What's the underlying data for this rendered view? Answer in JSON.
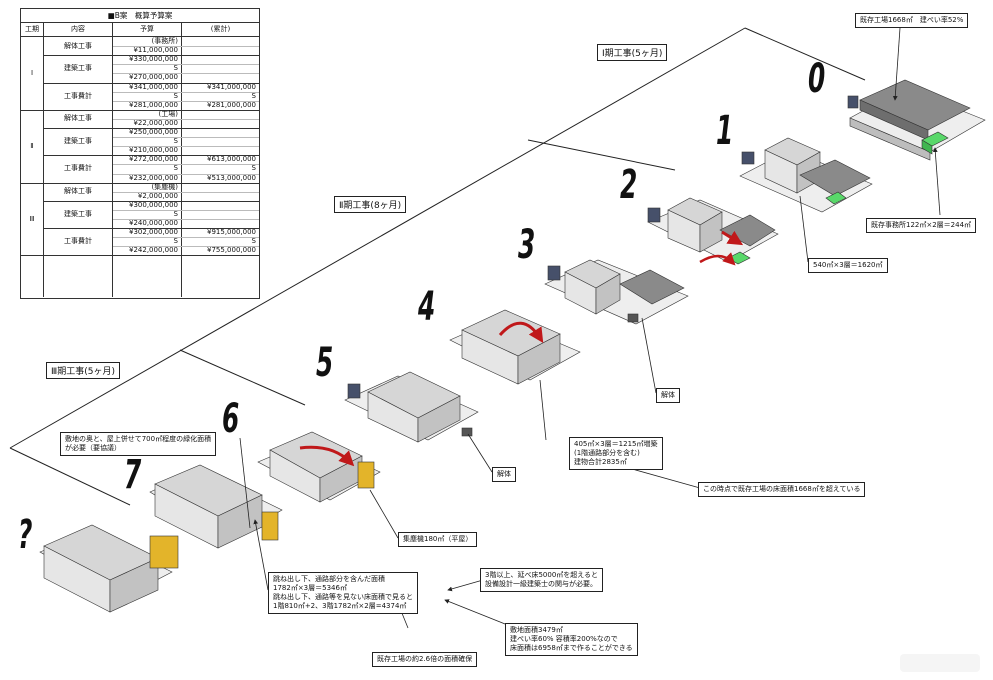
{
  "budget": {
    "title": "■B案　概算予算案",
    "headers": {
      "phase": "工期",
      "content": "内容",
      "budget": "予算",
      "cumulative": "(累計)"
    },
    "phases": [
      {
        "label": "Ⅰ",
        "items": [
          {
            "name": "解体工事",
            "budget": [
              "(事務所)",
              "¥11,000,000"
            ],
            "cumulative": [
              "",
              ""
            ]
          },
          {
            "name": "建築工事",
            "budget": [
              "¥330,000,000",
              "S",
              "¥270,000,000"
            ],
            "cumulative": [
              "",
              "",
              ""
            ]
          },
          {
            "name": "工事費計",
            "budget": [
              "¥341,000,000",
              "S",
              "¥281,000,000"
            ],
            "cumulative": [
              "¥341,000,000",
              "S",
              "¥281,000,000"
            ]
          }
        ]
      },
      {
        "label": "Ⅱ",
        "items": [
          {
            "name": "解体工事",
            "budget": [
              "(工場)",
              "¥22,000,000"
            ],
            "cumulative": [
              "",
              ""
            ]
          },
          {
            "name": "建築工事",
            "budget": [
              "¥250,000,000",
              "S",
              "¥210,000,000"
            ],
            "cumulative": [
              "",
              "",
              ""
            ]
          },
          {
            "name": "工事費計",
            "budget": [
              "¥272,000,000",
              "S",
              "¥232,000,000"
            ],
            "cumulative": [
              "¥613,000,000",
              "S",
              "¥513,000,000"
            ]
          }
        ]
      },
      {
        "label": "Ⅲ",
        "items": [
          {
            "name": "解体工事",
            "budget": [
              "(集塵機)",
              "¥2,000,000"
            ],
            "cumulative": [
              "",
              ""
            ]
          },
          {
            "name": "建築工事",
            "budget": [
              "¥300,000,000",
              "S",
              "¥240,000,000"
            ],
            "cumulative": [
              "",
              "",
              ""
            ]
          },
          {
            "name": "工事費計",
            "budget": [
              "¥302,000,000",
              "S",
              "¥242,000,000"
            ],
            "cumulative": [
              "¥915,000,000",
              "S",
              "¥755,000,000"
            ]
          }
        ]
      }
    ]
  },
  "phases": {
    "p1": "Ⅰ期工事(5ヶ月)",
    "p2": "Ⅱ期工事(8ヶ月)",
    "p3": "Ⅲ期工事(5ヶ月)"
  },
  "steps": [
    "0",
    "1",
    "2",
    "3",
    "4",
    "5",
    "6",
    "7",
    "?"
  ],
  "notes": {
    "existing_factory": "既存工場1668㎡　建ぺい率52%",
    "existing_office": "既存事務所122㎡×2層＝244㎡",
    "step1_area": "540㎡×3層＝1620㎡",
    "demolish_a": "解体",
    "demolish_b": "解体",
    "step4_area": [
      "405㎡×3層＝1215㎡増築",
      "(1階通路部分を含む)",
      "建物合計2835㎡"
    ],
    "exceed_note": "この時点で既存工場の床面積1668㎡を超えている",
    "greening": [
      "敷地の奥と、屋上併せて700㎡程度の緑化面積",
      "が必要（要協議）"
    ],
    "dust_collector": "集塵機180㎡（平屋）",
    "final_area": [
      "跳ね出し下、通路部分を含んだ面積",
      "1782㎡×3層＝5346㎡",
      "跳ね出し下、通路等を見ない床面積で見ると",
      "1階810㎡+2、3階1782㎡×2層=4374㎡"
    ],
    "architect_note": [
      "3階以上、延べ床5000㎡を超えると",
      "設備設計一級建築士の関与が必要。"
    ],
    "site_area": [
      "敷地面積3479㎡",
      "建ぺい率60%  容積率200%なので",
      "床面積は6958㎡まで作ることができる"
    ],
    "ratio_note": "既存工場の約2.6倍の面積確保"
  },
  "colors": {
    "line": "#222222",
    "roof_gray": "#b5b5b5",
    "wall_light": "#eeeeee",
    "wall_side": "#cfcfcf",
    "dark_roof": "#8a8a8a",
    "office_green": "#59d86a",
    "equipment_blue": "#46506a",
    "dust_yellow": "#e3b42a",
    "arrow_red": "#c0181a"
  }
}
